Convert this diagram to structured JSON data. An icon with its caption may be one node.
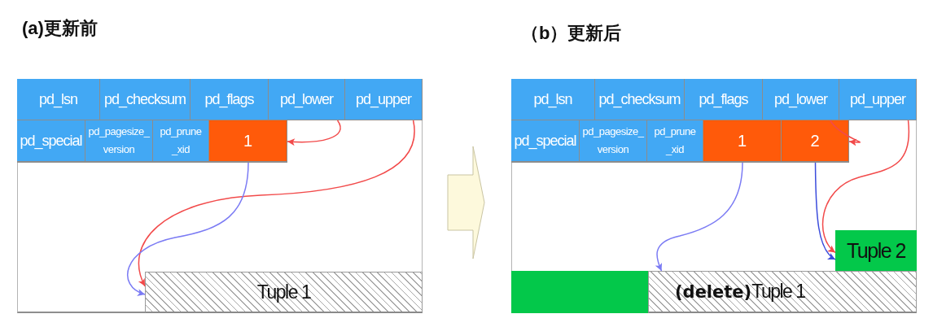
{
  "diagram": {
    "nodes": [
      {
        "text": [
          "(a)更新前"
        ]
      },
      {
        "text": [
          "pd_lsn"
        ],
        "in": 0
      },
      {
        "text": [
          "pd_checksum"
        ],
        "in": 0
      },
      {
        "text": [
          "pd_flags"
        ],
        "in": 0
      },
      {
        "text": [
          "pd_lower"
        ],
        "in": 0
      },
      {
        "text": [
          "pd_upper"
        ],
        "in": 0
      },
      {
        "text": [
          "pd_special"
        ],
        "in": 0
      },
      {
        "text": [
          "pd_pagesize_ version"
        ],
        "in": 0
      },
      {
        "text": [
          "pd_prune _xid"
        ],
        "in": 0
      },
      {
        "text": [
          "1"
        ],
        "in": 0
      },
      {
        "text": [
          "Tuple 1"
        ],
        "in": 0
      },
      {
        "text": [
          "（b）更新后"
        ]
      },
      {
        "text": [
          "pd_lsn"
        ],
        "in": 11
      },
      {
        "text": [
          "pd_checksum"
        ],
        "in": 11
      },
      {
        "text": [
          "pd_flags"
        ],
        "in": 11
      },
      {
        "text": [
          "pd_lower"
        ],
        "in": 11
      },
      {
        "text": [
          "pd_upper"
        ],
        "in": 11
      },
      {
        "text": [
          "pd_special"
        ],
        "in": 11
      },
      {
        "text": [
          "pd_pagesize_ version"
        ],
        "in": 11
      },
      {
        "text": [
          "pd_prune _xid"
        ],
        "in": 11
      },
      {
        "text": [
          "1"
        ],
        "in": 11
      },
      {
        "text": [
          "2"
        ],
        "in": 11
      },
      {
        "text": [
          "Tuple 2"
        ],
        "in": 11
      },
      {
        "text": [],
        "shape": "box",
        "in": 11
      },
      {
        "text": [
          "**(delete)**Tuple 1"
        ],
        "in": 11
      }
    ],
    "edges": [
      {
        "from": 4,
        "to": 9,
        "arrow": "to",
        "color": "#f24a4a"
      },
      {
        "from": 5,
        "to": 10,
        "arrow": "to",
        "color": "#f24a4a"
      },
      {
        "from": 9,
        "to": 10,
        "arrow": "to",
        "color": "#7b7bf4"
      },
      {
        "from": 0,
        "to": 11,
        "arrow": "to",
        "style": "thick",
        "color": "#fdf9dc"
      },
      {
        "from": 15,
        "to": 21,
        "arrow": "to",
        "color": "#f24a4a"
      },
      {
        "from": 16,
        "to": 22,
        "arrow": "to",
        "color": "#f24a4a"
      },
      {
        "from": 20,
        "to": 24,
        "arrow": "to",
        "color": "#7b7bf4"
      },
      {
        "from": 21,
        "to": 22,
        "arrow": "to",
        "color": "#3c4ddc"
      }
    ]
  }
}
